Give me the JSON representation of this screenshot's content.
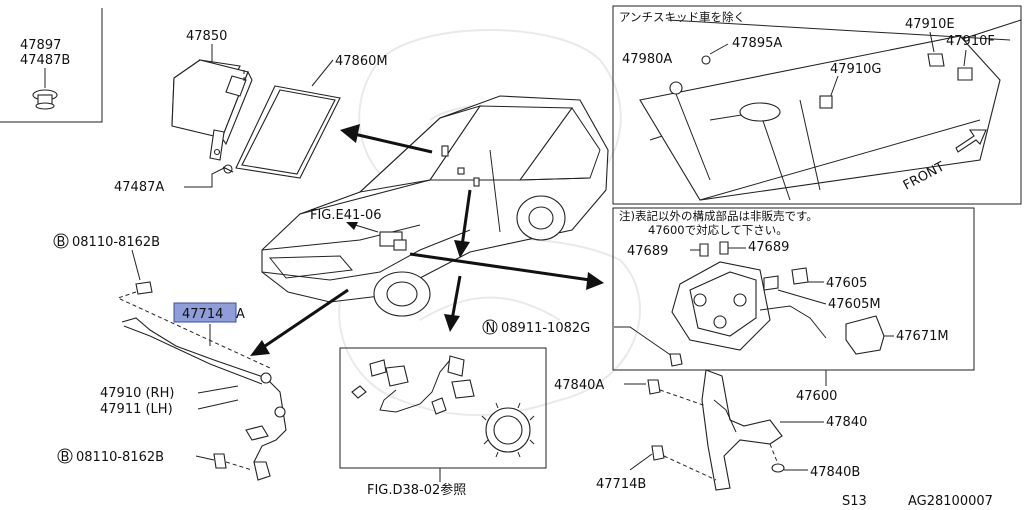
{
  "labels": {
    "l47897": "47897",
    "l47487B": "47487B",
    "l47850": "47850",
    "l47860M": "47860M",
    "l47487A": "47487A",
    "figE41": "FIG.E41-06",
    "b08110a": "08110-8162B",
    "b08110b": "08110-8162B",
    "circB": "B",
    "l47714A_hl": "47714",
    "l47714A_suffix": "A",
    "l47910": "47910 (RH)",
    "l47911": "47911 (LH)",
    "figD38": "FIG.D38-02参照",
    "n08911": "08911-1082G",
    "circN": "N",
    "l47840A": "47840A",
    "l47840": "47840",
    "l47840B": "47840B",
    "l47714B": "47714B",
    "l47600": "47600",
    "l47689a": "47689",
    "l47689b": "47689",
    "l47605": "47605",
    "l47605M": "47605M",
    "l47671M": "47671M",
    "note1": "注)表記以外の構成部品は非販売です。",
    "note2": "47600で対応して下さい。",
    "antiSkid": "アンチスキッド車を除く",
    "l47910E": "47910E",
    "l47910F": "47910F",
    "l47980A": "47980A",
    "l47895A": "47895A",
    "l47910G": "47910G",
    "front": "FRONT",
    "footerS13": "S13",
    "footerCode": "AG28100007"
  },
  "colors": {
    "highlight": "#8f9ed8",
    "line": "#222222"
  }
}
